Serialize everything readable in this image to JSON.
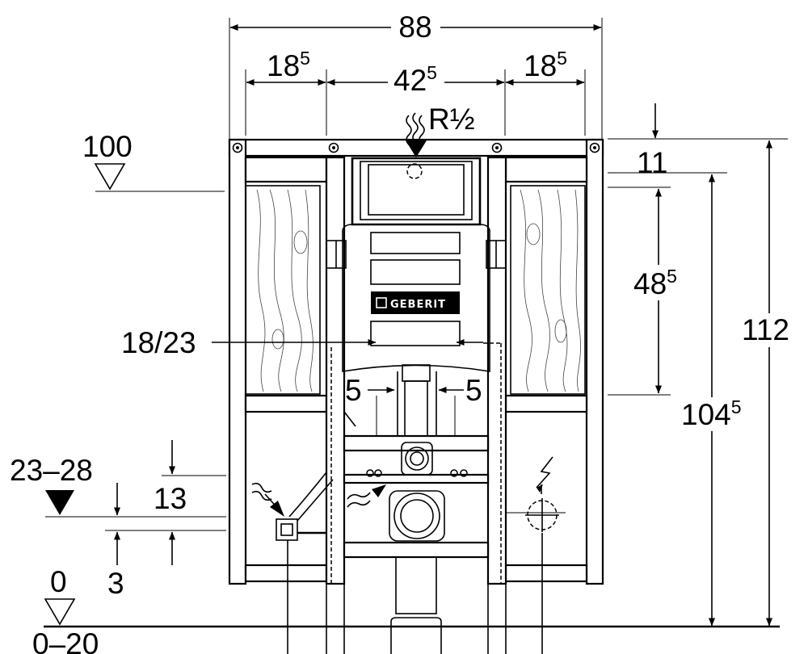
{
  "dimensions": {
    "overall_width": "88",
    "left_section": {
      "base": "18",
      "sup": "5"
    },
    "center_section": {
      "base": "42",
      "sup": "5"
    },
    "right_section": {
      "base": "18",
      "sup": "5"
    },
    "water_inlet": "R½",
    "top_offset": "11",
    "tank_height": {
      "base": "48",
      "sup": "5"
    },
    "frame_height": "112",
    "inlet_height": {
      "base": "104",
      "sup": "5"
    },
    "bolt_spacing": "18/23",
    "outlet_left": "5",
    "outlet_right": "5",
    "flush_level": "100",
    "range_upper": "23–28",
    "side_gap": "13",
    "bottom_gap": "3",
    "floor_level": "0",
    "floor_range": "0–20"
  },
  "labels": {
    "brand": "GEBERIT"
  },
  "icons": [
    "heat-wave-icon",
    "lightning-icon",
    "level-triangle-icon"
  ]
}
